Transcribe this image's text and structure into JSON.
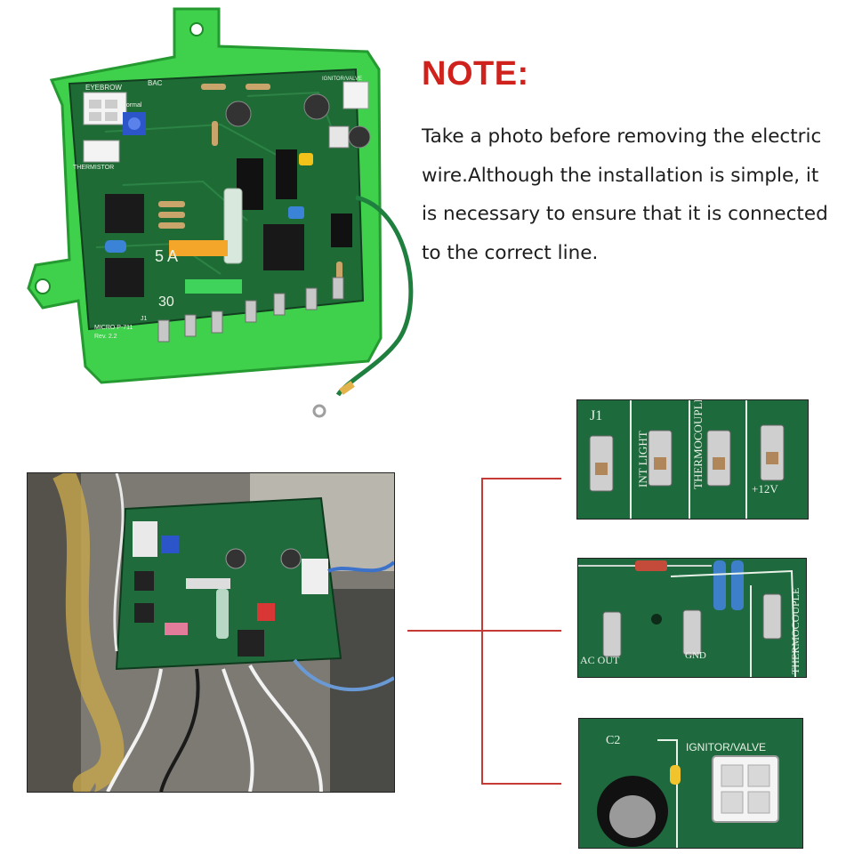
{
  "note": {
    "title": "NOTE:",
    "lines": [
      "Take a photo before removing the electric",
      "wire.Although the installation is simple, it",
      "is necessary to ensure that it is connected",
      "to the correct line."
    ]
  },
  "board_labels": {
    "eyebrow": "EYEBROW",
    "thermistor": "THERMISTOR",
    "ignitor_valve": "IGNITOR/VALVE",
    "bac": "BAC",
    "normal": "normal",
    "fuse_5a": "5 A",
    "fuse_30": "30",
    "model": "MICRO P-711",
    "rev": "Rev. 2.2",
    "j1": "J1"
  },
  "detail_top": {
    "j1": "J1",
    "int_light": "INT LIGHT",
    "thermocouple": "THERMOCOUPLE",
    "plus12v": "+12V"
  },
  "detail_middle": {
    "ac_out": "AC OUT",
    "gnd": "GND",
    "thermocouple": "THERMOCOUPLE"
  },
  "detail_bottom": {
    "c2": "C2",
    "ignitor_valve": "IGNITOR/VALVE"
  },
  "colors": {
    "accent_red": "#d0221c",
    "board_green": "#1f6b35",
    "housing_green": "#4fd85a"
  }
}
